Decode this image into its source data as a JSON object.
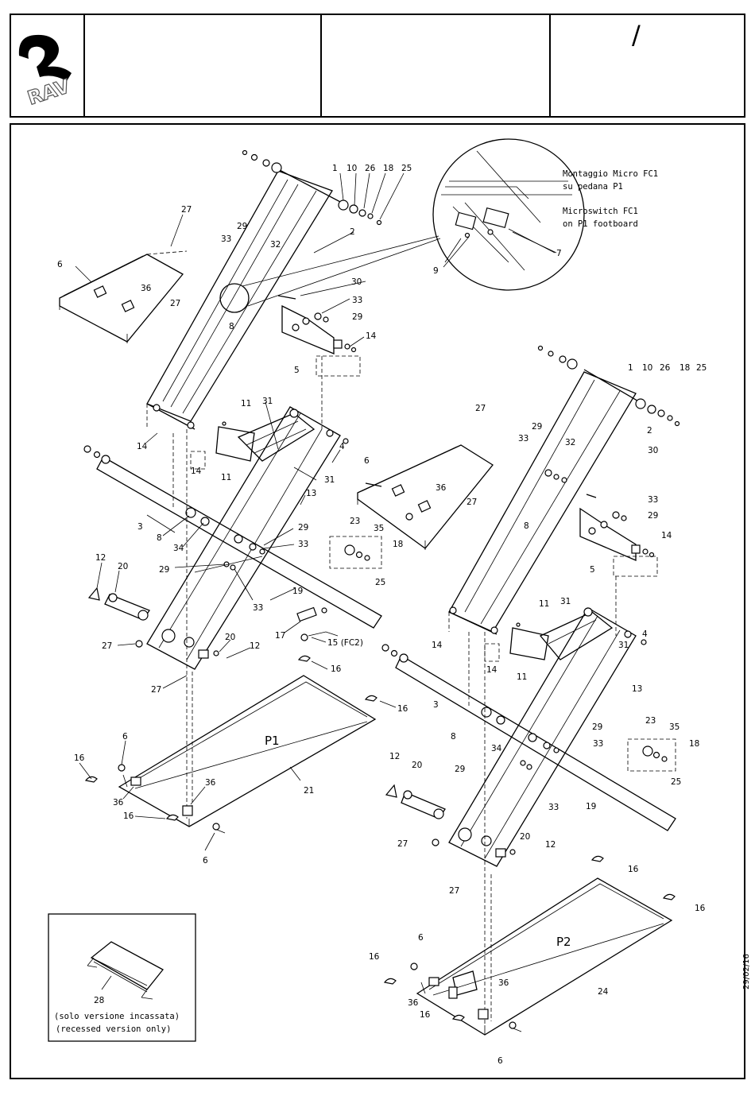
{
  "header": {
    "logo_text": "RAV",
    "field_1": "",
    "field_2": "",
    "field_3": "/"
  },
  "detail": {
    "note_it_1": "Montaggio Micro FC1",
    "note_it_2": "su pedana P1",
    "note_en_1": "Microswitch FC1",
    "note_en_2": "on P1 footboard"
  },
  "inset": {
    "part": "28",
    "note_it": "(solo versione incassata)",
    "note_en": "(recessed version only)"
  },
  "platforms": {
    "left": "P1",
    "right": "P2"
  },
  "date": "29/02/16",
  "labels": [
    "1",
    "10",
    "26",
    "18",
    "25",
    "27",
    "2",
    "29",
    "32",
    "33",
    "6",
    "36",
    "27",
    "8",
    "30",
    "33",
    "29",
    "14",
    "5",
    "9",
    "7",
    "11",
    "31",
    "14",
    "14",
    "11",
    "31",
    "4",
    "13",
    "3",
    "8",
    "34",
    "29",
    "33",
    "12",
    "20",
    "29",
    "33",
    "19",
    "17",
    "15 (FC2)",
    "27",
    "20",
    "12",
    "16",
    "27",
    "16",
    "6",
    "16",
    "21",
    "36",
    "36",
    "16",
    "6",
    "1",
    "10",
    "26",
    "18",
    "25",
    "27",
    "29",
    "32",
    "2",
    "6",
    "36",
    "33",
    "27",
    "8",
    "30",
    "33",
    "29",
    "14",
    "5",
    "23",
    "35",
    "18",
    "25",
    "11",
    "31",
    "4",
    "31",
    "14",
    "14",
    "11",
    "13",
    "3",
    "8",
    "34",
    "29",
    "23",
    "35",
    "18",
    "33",
    "29",
    "33",
    "12",
    "20",
    "25",
    "19",
    "27",
    "20",
    "12",
    "27",
    "16",
    "16",
    "6",
    "16",
    "24",
    "36",
    "36",
    "16",
    "6"
  ]
}
